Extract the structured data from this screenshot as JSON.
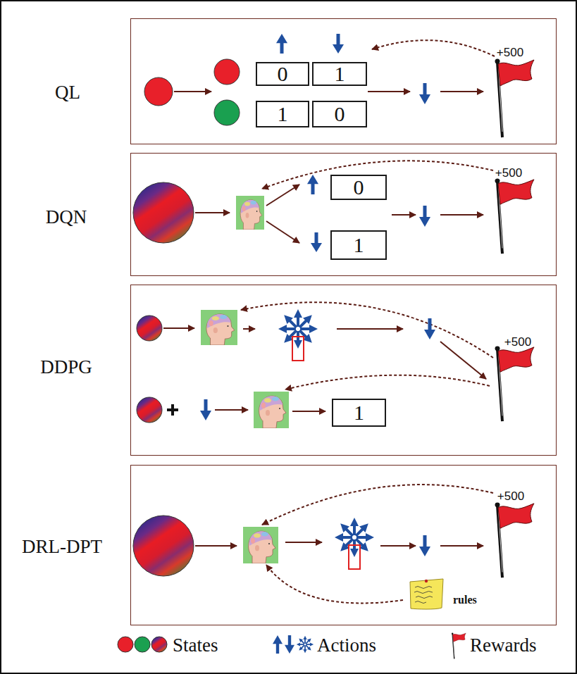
{
  "diagram": {
    "nodes": [
      {
        "text": [
          "QL"
        ]
      },
      {
        "text": [
          "0"
        ],
        "in": 0
      },
      {
        "text": [
          "1"
        ],
        "in": 0
      },
      {
        "text": [
          "1"
        ],
        "in": 0
      },
      {
        "text": [
          "0"
        ],
        "in": 0
      },
      {
        "text": [
          "DQN"
        ]
      },
      {
        "text": [
          "0"
        ],
        "in": 5
      },
      {
        "text": [
          "1"
        ],
        "in": 5
      },
      {
        "text": [
          "DDPG"
        ]
      },
      {
        "text": [
          "1"
        ],
        "in": 8
      },
      {
        "text": [
          "DRL-DPT"
        ]
      },
      {
        "text": [
          "rules"
        ],
        "in": 10
      }
    ],
    "labels": [
      "+500",
      "+500",
      "+500",
      "+500"
    ],
    "legend": [
      {
        "text": "States"
      },
      {
        "text": "Actions"
      },
      {
        "text": "Rewards"
      }
    ]
  }
}
